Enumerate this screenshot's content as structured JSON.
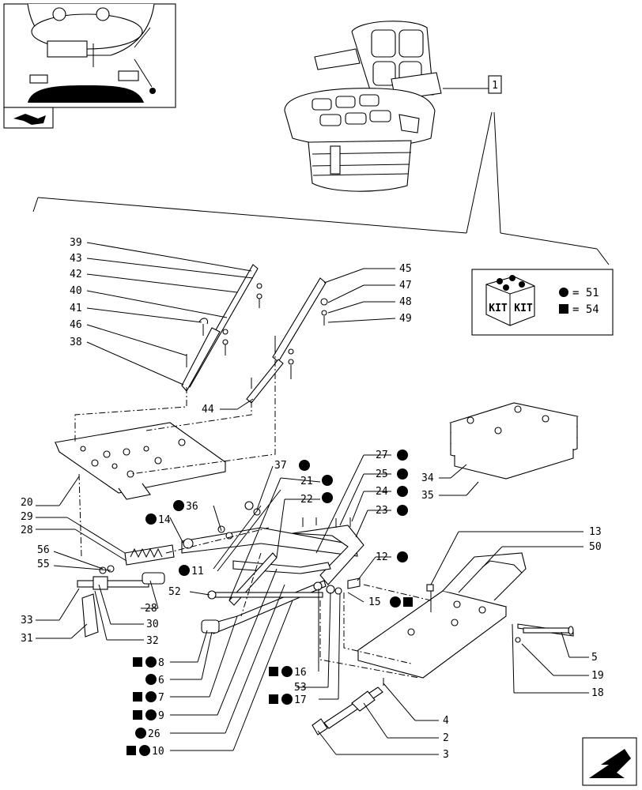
{
  "reference_box_label": "1",
  "kit": {
    "badge_left": "KIT",
    "badge_right": "KIT",
    "legend": [
      {
        "symbol": "circle",
        "text": "= 51"
      },
      {
        "symbol": "square",
        "text": "= 54"
      }
    ]
  },
  "callouts": [
    {
      "id": "39",
      "text": "39"
    },
    {
      "id": "43",
      "text": "43"
    },
    {
      "id": "42",
      "text": "42"
    },
    {
      "id": "40",
      "text": "40"
    },
    {
      "id": "41",
      "text": "41"
    },
    {
      "id": "46",
      "text": "46"
    },
    {
      "id": "38",
      "text": "38"
    },
    {
      "id": "45",
      "text": "45"
    },
    {
      "id": "47",
      "text": "47"
    },
    {
      "id": "48",
      "text": "48"
    },
    {
      "id": "49",
      "text": "49"
    },
    {
      "id": "44",
      "text": "44"
    },
    {
      "id": "34",
      "text": "34"
    },
    {
      "id": "35",
      "text": "35"
    },
    {
      "id": "20",
      "text": "20"
    },
    {
      "id": "29",
      "text": "29"
    },
    {
      "id": "28a",
      "text": "28"
    },
    {
      "id": "56",
      "text": "56"
    },
    {
      "id": "55",
      "text": "55"
    },
    {
      "id": "33",
      "text": "33"
    },
    {
      "id": "31",
      "text": "31"
    },
    {
      "id": "30",
      "text": "30"
    },
    {
      "id": "32",
      "text": "32"
    },
    {
      "id": "28b",
      "text": "28"
    },
    {
      "id": "52",
      "text": "52"
    },
    {
      "id": "37",
      "text": "37"
    },
    {
      "id": "36",
      "text": "36"
    },
    {
      "id": "14",
      "text": "14"
    },
    {
      "id": "21",
      "text": "21"
    },
    {
      "id": "22",
      "text": "22"
    },
    {
      "id": "11",
      "text": "11"
    },
    {
      "id": "27",
      "text": "27"
    },
    {
      "id": "25",
      "text": "25"
    },
    {
      "id": "24",
      "text": "24"
    },
    {
      "id": "23",
      "text": "23"
    },
    {
      "id": "12",
      "text": "12"
    },
    {
      "id": "15",
      "text": "15"
    },
    {
      "id": "13",
      "text": "13"
    },
    {
      "id": "50",
      "text": "50"
    },
    {
      "id": "5",
      "text": "5"
    },
    {
      "id": "19",
      "text": "19"
    },
    {
      "id": "18",
      "text": "18"
    },
    {
      "id": "8",
      "text": "8"
    },
    {
      "id": "6",
      "text": "6"
    },
    {
      "id": "7",
      "text": "7"
    },
    {
      "id": "9",
      "text": "9"
    },
    {
      "id": "26",
      "text": "26"
    },
    {
      "id": "10",
      "text": "10"
    },
    {
      "id": "16",
      "text": "16"
    },
    {
      "id": "53",
      "text": "53"
    },
    {
      "id": "17",
      "text": "17"
    },
    {
      "id": "4",
      "text": "4"
    },
    {
      "id": "2",
      "text": "2"
    },
    {
      "id": "3",
      "text": "3"
    }
  ]
}
